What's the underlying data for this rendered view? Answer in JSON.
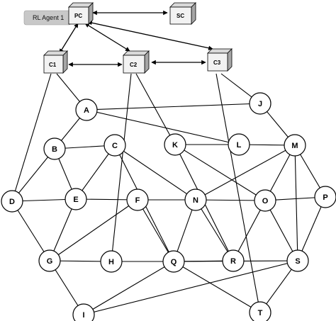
{
  "agent": {
    "label": "RL Agent 1"
  },
  "boxes": {
    "pc": {
      "label": "PC"
    },
    "sc": {
      "label": "SC"
    },
    "c1": {
      "label": "C1"
    },
    "c2": {
      "label": "C2"
    },
    "c3": {
      "label": "C3"
    }
  },
  "nodes": {
    "a": {
      "label": "A"
    },
    "b": {
      "label": "B"
    },
    "c": {
      "label": "C"
    },
    "d": {
      "label": "D"
    },
    "e": {
      "label": "E"
    },
    "f": {
      "label": "F"
    },
    "g": {
      "label": "G"
    },
    "h": {
      "label": "H"
    },
    "i": {
      "label": "I"
    },
    "j": {
      "label": "J"
    },
    "k": {
      "label": "K"
    },
    "l": {
      "label": "L"
    },
    "m": {
      "label": "M"
    },
    "n": {
      "label": "N"
    },
    "o": {
      "label": "O"
    },
    "p": {
      "label": "P"
    },
    "q": {
      "label": "Q"
    },
    "r": {
      "label": "R"
    },
    "s": {
      "label": "S"
    },
    "t": {
      "label": "T"
    }
  },
  "colors": {
    "stroke": "#000000",
    "node_fill": "#ffffff",
    "box_front": "#f2f2f2",
    "box_top": "#d9d9d9",
    "box_side": "#a6a6a6",
    "agent_fill": "#c8c8c8"
  }
}
